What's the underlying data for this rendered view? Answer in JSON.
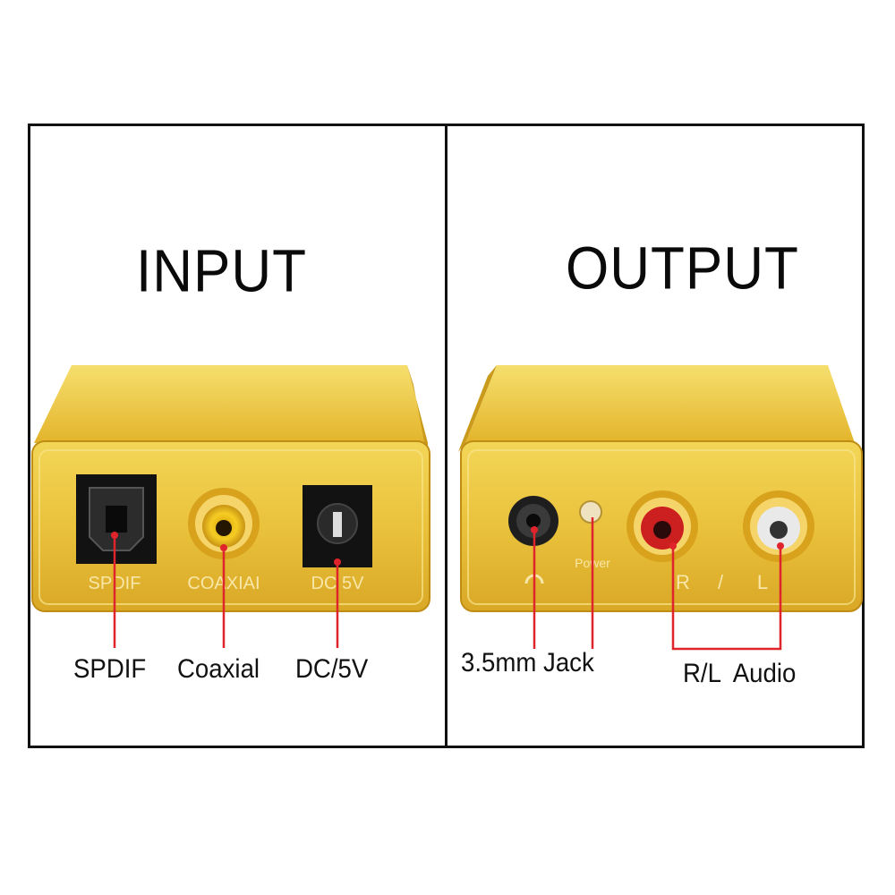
{
  "input": {
    "title": "INPUT",
    "panel_labels": {
      "optical": "SPDIF",
      "coaxial": "COAXIAI",
      "dc": "DC 5V"
    },
    "callouts": {
      "spdif": "SPDIF",
      "coaxial": "Coaxial",
      "dc": "DC/5V"
    }
  },
  "output": {
    "title": "OUTPUT",
    "panel_labels": {
      "power": "Power",
      "right": "R",
      "slash": "/",
      "left": "L"
    },
    "callouts": {
      "jack": "3.5mm Jack",
      "audio": "R/L  Audio"
    }
  },
  "colors": {
    "gold_light": "#f1d24a",
    "gold_mid": "#e5b62a",
    "gold_dark": "#b98a12",
    "callout_line": "#e0242c",
    "rca_red": "#cc1f1f",
    "rca_white": "#e9e9e9",
    "rca_yellow": "#f2c21a"
  },
  "icons": {
    "headphone": "headphone-icon"
  }
}
